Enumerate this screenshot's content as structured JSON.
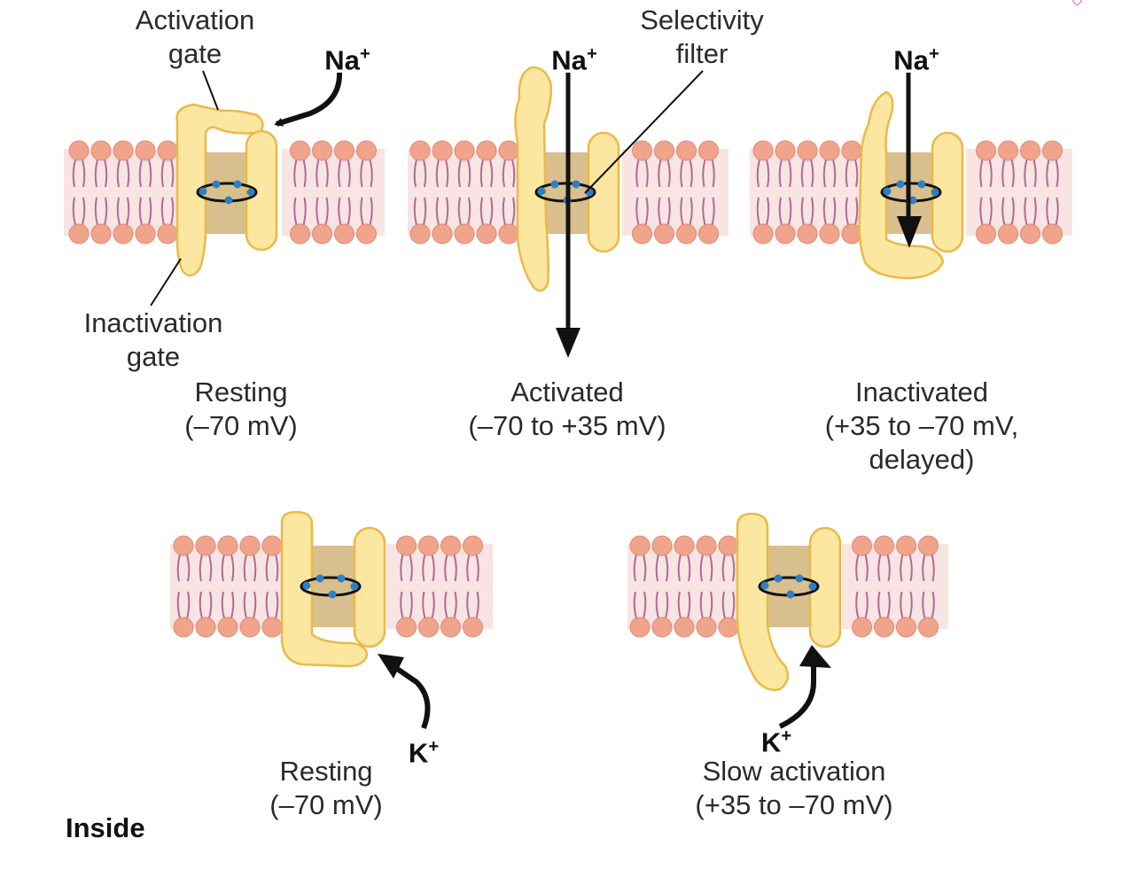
{
  "labels": {
    "activation_gate_1": "Activation",
    "activation_gate_2": "gate",
    "na_resting": "Na",
    "na_activated": "Na",
    "na_inactivated": "Na",
    "plus": "+",
    "selectivity_filter_1": "Selectivity",
    "selectivity_filter_2": "filter",
    "inactivation_gate_1": "Inactivation",
    "inactivation_gate_2": "gate",
    "k_resting": "K",
    "k_slow": "K",
    "inside": "Inside"
  },
  "states": {
    "na_resting": {
      "name": "Resting",
      "voltage": "(–70 mV)"
    },
    "na_activated": {
      "name": "Activated",
      "voltage": "(–70 to +35 mV)"
    },
    "na_inactivated": {
      "name": "Inactivated",
      "voltage": "(+35 to –70 mV,",
      "voltage_2": "delayed)"
    },
    "k_resting": {
      "name": "Resting",
      "voltage": "(–70 mV)"
    },
    "k_slow": {
      "name": "Slow activation",
      "voltage": "(+35 to –70 mV)"
    }
  },
  "colors": {
    "lipid_head": "#f0a48c",
    "lipid_tail": "#b06a98",
    "membrane_bg": "#f8e4e2",
    "channel": "#fbe7a0",
    "channel_edge": "#eab94a",
    "pore": "#d9bf8e",
    "filter_dot": "#2c7fc4"
  }
}
